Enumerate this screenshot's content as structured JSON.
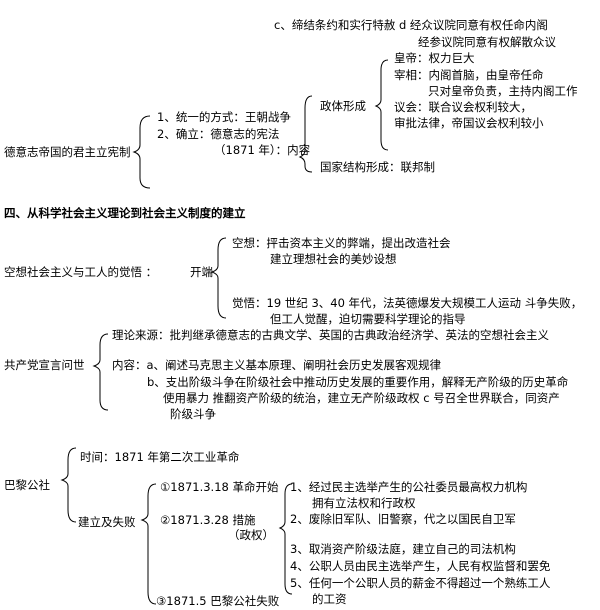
{
  "section1": {
    "top_line1": "c、缔结条约和实行特赦  d 经众议院同意有权任命内阁",
    "top_line2": "经参议院同意有权解散众议",
    "root": "德意志帝国的君主立宪制",
    "item1": "1、统一的方式：王朝战争",
    "item2_line1": "2、确立：德意志的宪法",
    "item2_line2": "（1871 年）：内容",
    "zhengti": "政体形成",
    "huangdi": "皇帝：权力巨大",
    "zaixiang_line1": "宰相：内阁首脑，由皇帝任命",
    "zaixiang_line2": "只对皇帝负责，主持内阁工作",
    "yihui": "议会：联合议会权利较大，",
    "shenpi": "审批法律，帝国议会权利较小",
    "guojia": "国家结构形成：联邦制"
  },
  "section2_heading": "四、从科学社会主义理论到社会主义制度的建立",
  "section2": {
    "root": "空想社会主义与工人的觉悟  ：",
    "kaiduan": "开端",
    "kongxiang_line1": "空想：抨击资本主义的弊端，提出改造社会",
    "kongxiang_line2": "建立理想社会的美妙设想",
    "juewu_line1": "觉悟：19 世纪 3、40 年代，法英德爆发大规模工人运动  斗争失败，",
    "juewu_line2": "但工人觉醒，迫切需要科学理论的指导"
  },
  "section3": {
    "root": "共产党宣言问世",
    "lilun": "理论来源：批判继承德意志的古典文学、英国的古典政治经济学、英法的空想社会主义",
    "neirong_a": "内容：a、阐述马克思主义基本原理、阐明社会历史发展客观规律",
    "neirong_b1": "b、支出阶级斗争在阶级社会中推动历史发展的重要作用，解释无产阶级的历史革命",
    "neirong_b2": "使用暴力  推翻资产阶级的统治，建立无产阶级政权  c 号召全世界联合，同资产",
    "neirong_b3": "阶级斗争"
  },
  "section4": {
    "root": "巴黎公社",
    "shijian": "时间：1871 年第二次工业革命",
    "jianli": "建立及失败",
    "step1": "①1871.3.18 革命开始",
    "step2_line1": "②1871.3.28  措施",
    "step2_line2": "（政权）",
    "step3": "③1871.5 巴黎公社失败",
    "measures": [
      "1、经过民主选举产生的公社委员最高权力机构",
      "拥有立法权和行政权",
      "2、废除旧军队、旧警察，代之以国民自卫军",
      "3、取消资产阶级法庭，建立自己的司法机构",
      "4、公职人员由民主选举产生，人民有权监督和罢免",
      "5、任何一个公职人员的薪金不得超过一个熟练工人",
      "的工资"
    ]
  }
}
